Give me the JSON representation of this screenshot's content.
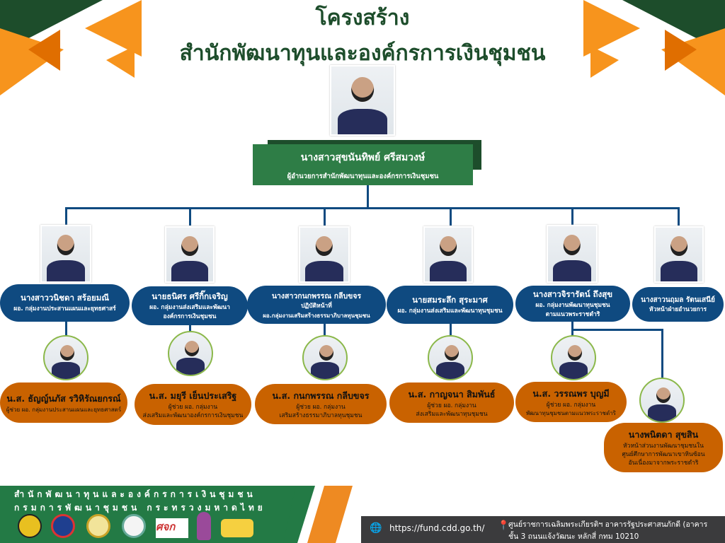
{
  "title": {
    "line1": "โครงสร้าง",
    "line2": "สำนักพัฒนาทุนและองค์กรการเงินชุมชน"
  },
  "director": {
    "name": "นางสาวสุขนันทิพย์ ศรีสมวงษ์",
    "role": "ผู้อำนวยการสำนักพัฒนาทุนและองค์กรการเงินชุมชน"
  },
  "heads": [
    {
      "name": "นางสาววนิชดา  สร้อยมณี",
      "role": [
        "ผอ. กลุ่มงานประสานแผนและยุทธศาสร์"
      ]
    },
    {
      "name": "นายธนิศร  ศรีกิ๊กเจริญ",
      "role": [
        "ผอ. กลุ่มงานส่งเสริมและพัฒนา",
        "องค์กรการเงินชุมชน"
      ]
    },
    {
      "name": "นางสาวกนกพรรณ กลีบขจร",
      "role": [
        "ปฏิบัติหน้าที่",
        "ผอ.กลุ่มงานเสริมสร้างธรรมาภิบาลทุนชุมชน"
      ]
    },
    {
      "name": "นายสมระลึก  สุระมาศ",
      "role": [
        "ผอ. กลุ่มงานส่งเสริมและพัฒนาทุนชุมชน"
      ]
    },
    {
      "name": "นางสาวจิรารัตน์  ถึงสุข",
      "role": [
        "ผอ. กลุ่มงานพัฒนาทุนชุมชน",
        "ตามแนวพระราชดำริ"
      ]
    },
    {
      "name": "นางสาวนฤมล  รัตนเสนีย์",
      "role": [
        "หัวหน้าฝ่ายอำนวยการ"
      ]
    }
  ],
  "assistants": [
    {
      "name": "น.ส. ธัญญ์นภัส  รวิหิรัณยกรณ์",
      "role": [
        "ผู้ช่วย ผอ. กลุ่มงานประสานแผนและยุทธศาสตร์"
      ]
    },
    {
      "name": "น.ส. มยุรี  เย็นประเสริฐ",
      "role": [
        "ผู้ช่วย ผอ. กลุ่มงาน",
        "ส่งเสริมและพัฒนาองค์กรการเงินชุมชน"
      ]
    },
    {
      "name": "น.ส. กนกพรรณ  กลีบขจร",
      "role": [
        "ผู้ช่วย ผอ. กลุ่มงาน",
        "เสริมสร้างธรรมาภิบาลทุนชุมชน"
      ]
    },
    {
      "name": "น.ส. กาญจนา  สิมพันธ์",
      "role": [
        "ผู้ช่วย ผอ. กลุ่มงาน",
        "ส่งเสริมและพัฒนาทุนชุมชน"
      ]
    },
    {
      "name": "น.ส. วรรณพร  บุญมี",
      "role": [
        "ผู้ช่วย ผอ. กลุ่มงาน",
        "พัฒนาทุนชุมชนตามแนวพระราชดำริ"
      ]
    },
    {
      "name": "นางพนิตดา สุขสิน",
      "role": [
        "หัวหน้าส่วนงานพัฒนาชุมชนใน",
        "ศูนย์ศึกษาการพัฒนาเขาหินซ้อน",
        "อันเนื่องมาจากพระราชดำริ"
      ]
    }
  ],
  "footer": {
    "org_line1": "สำนักพัฒนาทุนและองค์กรการเงินชุมชน",
    "org_line2": "กรมการพัฒนาชุมชน กระทรวงมหาดไทย",
    "website": "https://fund.cdd.go.th/",
    "address_line1": "ศูนย์ราชการเฉลิมพระเกียรติฯ อาคารรัฐประศาสนภักดี (อาคาร",
    "address_line2": "ชั้น 3 ถนนแจ้งวัฒนะ หลักสี่ กทม 10210",
    "logo_text": "ศจก"
  },
  "colors": {
    "green": "#237a45",
    "blue": "#0f4a80",
    "orange": "#c96200",
    "accent": "#f7941d"
  }
}
